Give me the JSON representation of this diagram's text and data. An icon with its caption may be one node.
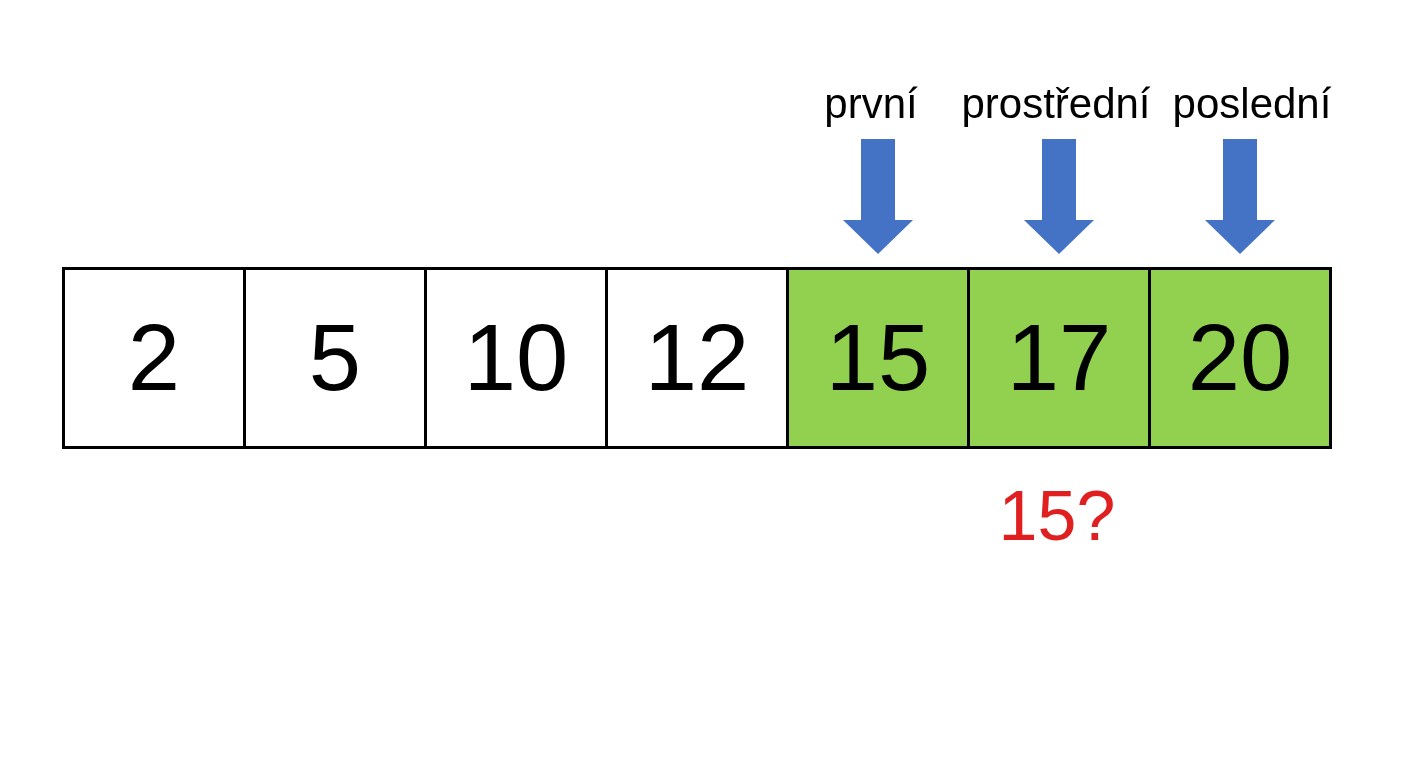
{
  "diagram": {
    "nodes": [
      {
        "text": [
          "první"
        ]
      },
      {
        "text": [
          "prostřední"
        ]
      },
      {
        "text": [
          "poslední"
        ]
      },
      {
        "text": [
          "2"
        ]
      },
      {
        "text": [
          "5"
        ]
      },
      {
        "text": [
          "10"
        ]
      },
      {
        "text": [
          "12"
        ]
      },
      {
        "text": [
          "15"
        ]
      },
      {
        "text": [
          "17"
        ]
      },
      {
        "text": [
          "20"
        ]
      }
    ],
    "edges": [
      {
        "from": 0,
        "to": 7,
        "arrow": "to"
      },
      {
        "from": 1,
        "to": 8,
        "arrow": "to"
      },
      {
        "from": 2,
        "to": 9,
        "arrow": "to"
      }
    ],
    "labels": [
      "15?"
    ]
  }
}
